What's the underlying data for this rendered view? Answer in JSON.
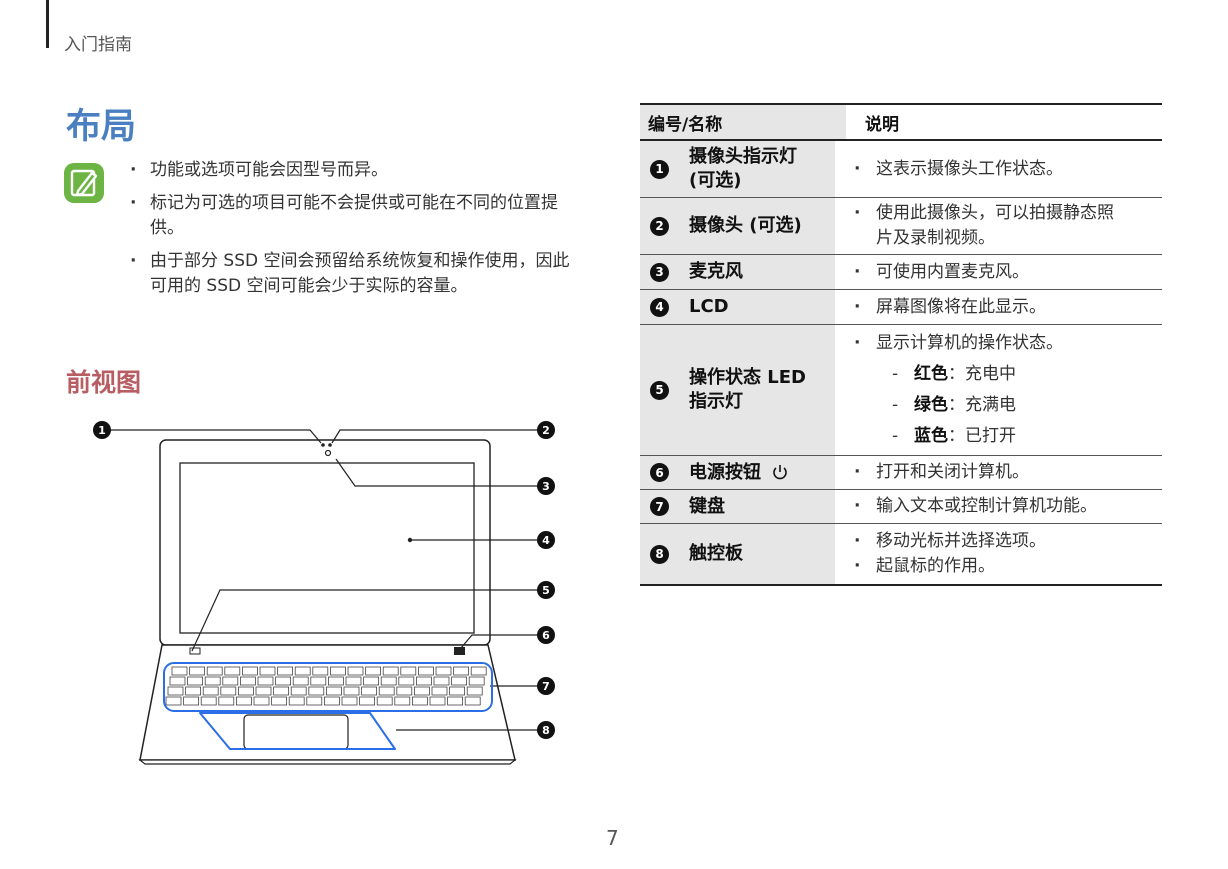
{
  "header": {
    "section": "入门指南"
  },
  "title": "布局",
  "notes": [
    "功能或选项可能会因型号而异。",
    "标记为可选的项目可能不会提供或可能在不同的位置提供。",
    "由于部分 SSD 空间会预留给系统恢复和操作使用，因此可用的 SSD 空间可能会少于实际的容量。"
  ],
  "front_view": {
    "title": "前视图",
    "callouts": [
      "1",
      "2",
      "3",
      "4",
      "5",
      "6",
      "7",
      "8"
    ]
  },
  "table": {
    "headers": [
      "编号/名称",
      "说明"
    ],
    "rows": [
      {
        "num": "1",
        "name": "摄像头指示灯(可选)",
        "desc": [
          "这表示摄像头工作状态。"
        ]
      },
      {
        "num": "2",
        "name": "摄像头 (可选)",
        "desc": [
          "使用此摄像头，可以拍摄静态照片及录制视频。"
        ]
      },
      {
        "num": "3",
        "name": "麦克风",
        "desc": [
          "可使用内置麦克风。"
        ]
      },
      {
        "num": "4",
        "name": "LCD",
        "desc": [
          "屏幕图像将在此显示。"
        ]
      },
      {
        "num": "5",
        "name": "操作状态 LED 指示灯",
        "desc": [
          "显示计算机的操作状态。"
        ],
        "sub": [
          {
            "label": "红色",
            "sep": "：",
            "value": "充电中"
          },
          {
            "label": "绿色",
            "sep": "：",
            "value": "充满电"
          },
          {
            "label": "蓝色",
            "sep": "：",
            "value": "已打开"
          }
        ]
      },
      {
        "num": "6",
        "name": "电源按钮",
        "desc": [
          "打开和关闭计算机。"
        ]
      },
      {
        "num": "7",
        "name": "键盘",
        "desc": [
          "输入文本或控制计算机功能。"
        ]
      },
      {
        "num": "8",
        "name": "触控板",
        "desc": [
          "移动光标并选择选项。",
          "起鼠标的作用。"
        ]
      }
    ]
  },
  "page_number": "7",
  "colors": {
    "title": "#4a7fc1",
    "front_title": "#b85d63",
    "note_icon": "#6cb544",
    "header_fill": "#e6e6e6"
  }
}
